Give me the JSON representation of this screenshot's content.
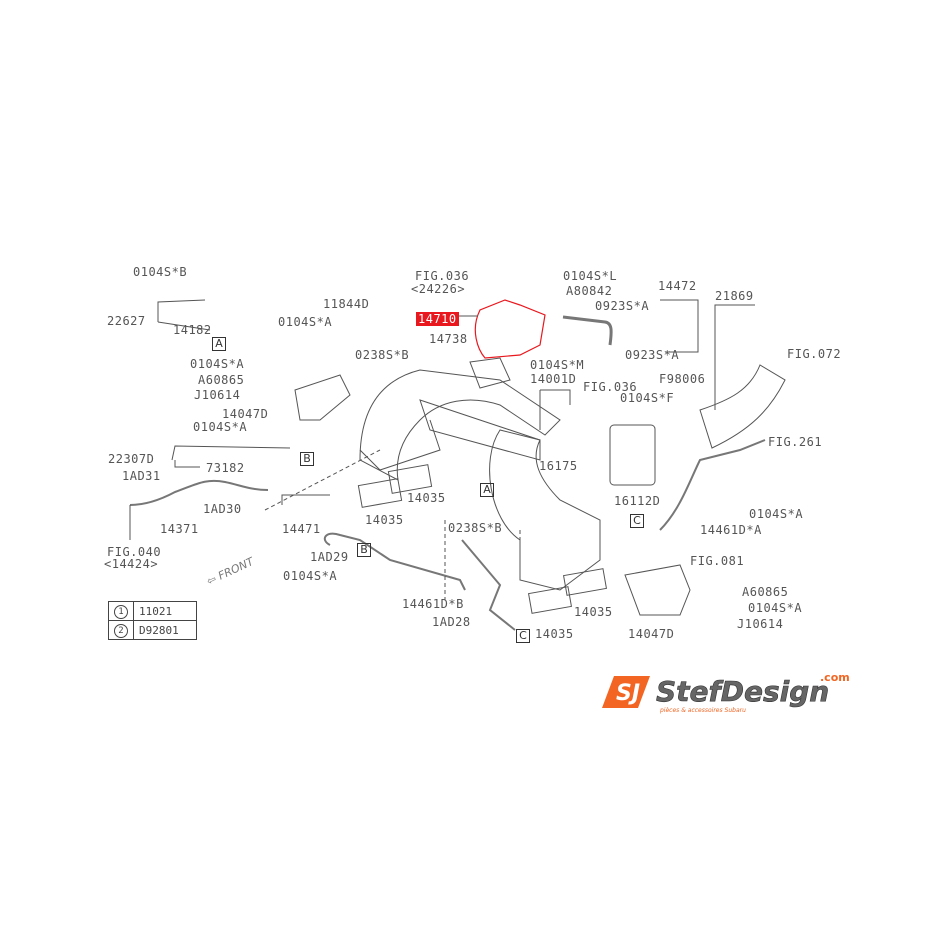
{
  "labels": {
    "l_0104sb": "0104S*B",
    "l_22627": "22627",
    "l_14182": "14182",
    "l_11844d": "11844D",
    "l_0104sa_1": "0104S*A",
    "l_0238sb_1": "0238S*B",
    "l_0104sa_2": "0104S*A",
    "l_a60865_1": "A60865",
    "l_j10614_1": "J10614",
    "l_14047d_1": "14047D",
    "l_0104sa_3": "0104S*A",
    "l_22307d": "22307D",
    "l_73182": "73182",
    "l_1ad31": "1AD31",
    "l_1ad30": "1AD30",
    "l_14371": "14371",
    "l_14471": "14471",
    "l_14035_1": "14035",
    "l_14035_2": "14035",
    "l_fig040": "FIG.040",
    "l_fig040_sub": "<14424>",
    "l_1ad29": "1AD29",
    "l_0104sa_4": "0104S*A",
    "l_14461db": "14461D*B",
    "l_1ad28": "1AD28",
    "l_fig036_1": "FIG.036",
    "l_fig036_sub": "<24226>",
    "l_0104sl": "0104S*L",
    "l_a80842": "A80842",
    "l_14472": "14472",
    "l_0923sa_1": "0923S*A",
    "l_14710": "14710",
    "l_21869": "21869",
    "l_14738": "14738",
    "l_0923sa_2": "0923S*A",
    "l_fig072": "FIG.072",
    "l_0104sm": "0104S*M",
    "l_14001d": "14001D",
    "l_fig036_2": "FIG.036",
    "l_f98006": "F98006",
    "l_0104sf": "0104S*F",
    "l_fig261": "FIG.261",
    "l_16175": "16175",
    "l_16112d": "16112D",
    "l_0104sa_5": "0104S*A",
    "l_14461da": "14461D*A",
    "l_0238sb_2": "0238S*B",
    "l_fig081": "FIG.081",
    "l_a60865_2": "A60865",
    "l_0104sa_6": "0104S*A",
    "l_j10614_2": "J10614",
    "l_14035_3": "14035",
    "l_14047d_2": "14047D",
    "l_14035_4": "14035"
  },
  "ref_boxes": {
    "a": "A",
    "b": "B",
    "c": "C"
  },
  "front_label": "FRONT",
  "legend_table": [
    {
      "num": "1",
      "part": "11021"
    },
    {
      "num": "2",
      "part": "D92801"
    }
  ],
  "highlight_color": "#e8181e",
  "logo": {
    "text": "StefDesign",
    "domain": ".com",
    "tagline": "pièces & accessoires Subaru",
    "accent": "#f26522"
  }
}
